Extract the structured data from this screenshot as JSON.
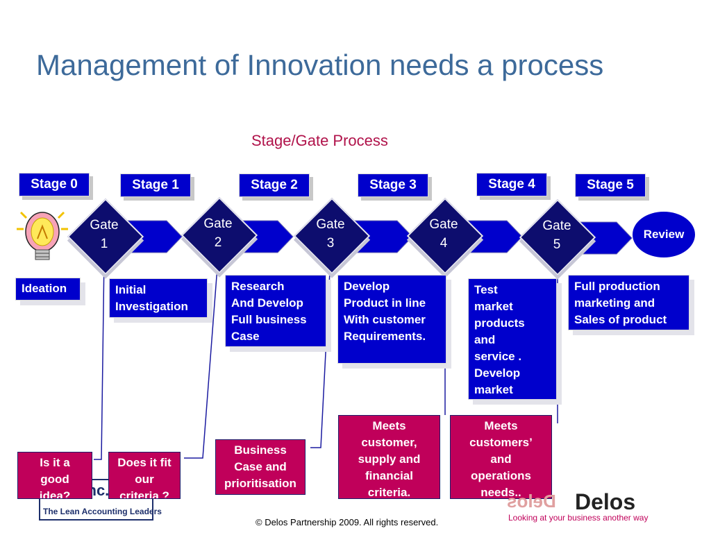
{
  "title": "Management of Innovation needs a process",
  "subtitle": "Stage/Gate Process",
  "stages": [
    "Stage 0",
    "Stage 1",
    "Stage 2",
    "Stage 3",
    "Stage 4",
    "Stage 5"
  ],
  "gates": [
    "Gate\n1",
    "Gate\n2",
    "Gate\n3",
    "Gate\n4",
    "Gate\n5"
  ],
  "review": "Review",
  "activities": [
    "Ideation",
    "Initial\nInvestigation",
    "Research\nAnd Develop\nFull business\nCase",
    "Develop\nProduct in line\nWith customer\nRequirements.",
    "Test\nmarket\nproducts\nand\nservice .\nDevelop\nmarket",
    "Full production\n marketing and\nSales of product"
  ],
  "criteria": [
    "Is it a\ngood\nidea?",
    "Does it fit\nour\ncriteria ?",
    "Business\nCase and\nprioritisation",
    "Meets\ncustomer,\nsupply and\nfinancial\ncriteria.",
    "Meets\ncustomers’\nand\noperations\nneeds.."
  ],
  "footer": "© Delos Partnership 2009.  All rights reserved.",
  "logos": {
    "lean": {
      "top": "BMA Inc.",
      "bottom": "The Lean Accounting Leaders"
    },
    "delos": {
      "mark": "Delos",
      "name": "Delos",
      "tagline": "Looking at your business another way"
    }
  },
  "colors": {
    "stage_blue": "#0000cc",
    "gate_navy": "#0d0d6e",
    "criteria_magenta": "#c0005a",
    "title_blue": "#3d6a9a",
    "subtitle_red": "#b0124a"
  },
  "icons": [
    "lightbulb-icon"
  ]
}
